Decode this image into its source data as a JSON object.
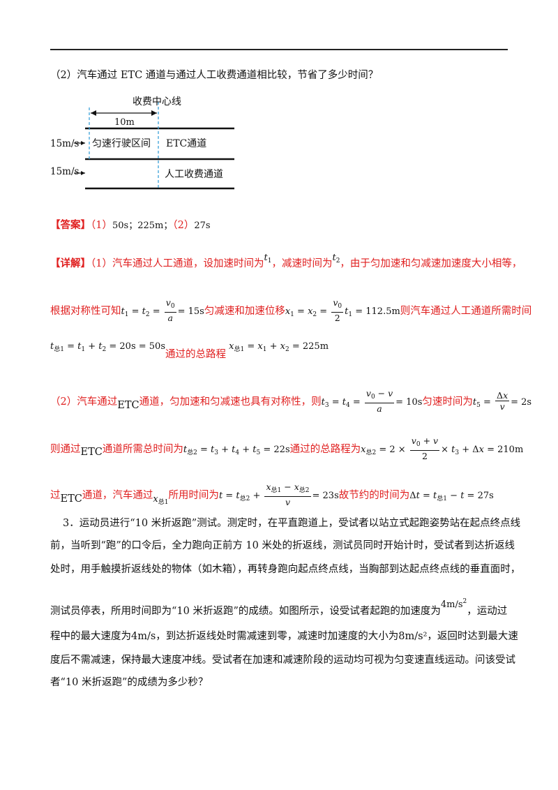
{
  "question2": "（2）汽车通过 ETC 通道与通过人工收费通道相比较，节省了多少时间？",
  "diagram": {
    "center_line_label": "收费中心线",
    "distance_label": "10m",
    "speed_top": "15m/s",
    "speed_bottom": "15m/s",
    "uniform_zone_label": "匀速行驶区间",
    "etc_label": "ETC通道",
    "manual_label": "人工收费通道"
  },
  "answer": {
    "label": "【答案】",
    "part1_num": "（1）",
    "part1_vals": "50s；225m；",
    "part2_num": "（2）",
    "part2_val": "27s"
  },
  "detail": {
    "label": "【详解】",
    "l1a": "（1）汽车通过人工通道，设加速时间为",
    "l1b": "，减速时间为",
    "l1c": "，由于匀加速和匀减速加速度大小相等，",
    "l2a": "根据对称性可知",
    "l2b": "匀减速和加速位移",
    "l2c": "则汽车通过人工通道所需时间",
    "l3a": "通过的总路程",
    "l4a": "（2）汽车通过",
    "l4etc": "ETC",
    "l4b": "通道，匀加速和匀减速也具有对称性，则",
    "l4c": "匀速时间为",
    "l5a": "则通过",
    "l5etc": "ETC",
    "l5b": "通道所需总时间为",
    "l5c": "通过的总路程为",
    "l6a": "过",
    "l6etc": "ETC",
    "l6b": "通道，汽车通过",
    "l6c": "所用时间为",
    "l6d": "故节约的时间为"
  },
  "question3": {
    "line1": "3．运动员进行“10 米折返跑”测试。测定时，在平直跑道上，受试者以站立式起跑姿势站在起点终点线",
    "line2": "前，当听到“跑”的口令后，全力跑向正前方 10 米处的折返线，测试员同时开始计时，受试者到达折返线",
    "line3": "处时，用手触摸折返线处的物体（如木箱），再转身跑向起点终点线，当胸部到达起点终点线的垂直面时，",
    "line4a": "测试员停表，所用时间即为“10 米折返跑”的成绩。如图所示，设受试者起跑的加速度为",
    "line4b": "，运动过",
    "line5": "程中的最大速度为4m/s，到达折返线处时需减速到零，减速时加速度的大小为8m/s²，返回时达到最大速",
    "line6": "度后不需减速，保持最大速度冲线。受试者在加速和减速阶段的运动均可视为匀变速直线运动。问该受试",
    "line7": "者“10 米折返跑”的成绩为多少秒？"
  }
}
